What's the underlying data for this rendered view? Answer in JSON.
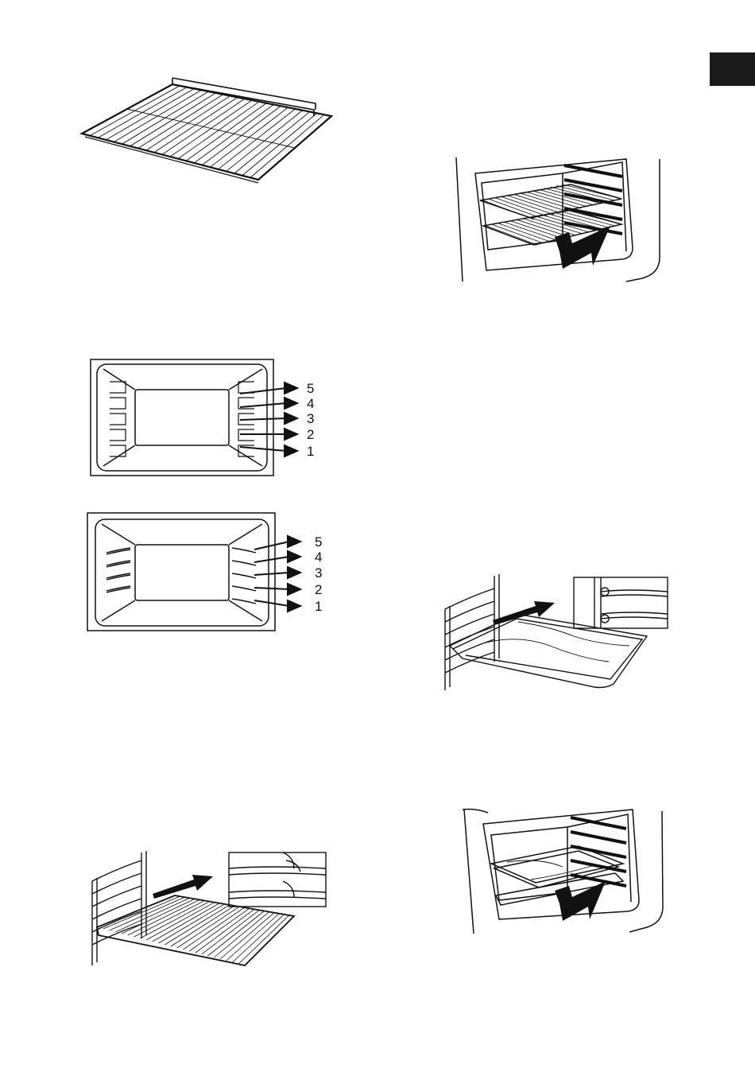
{
  "page": {
    "background": "#ffffff",
    "ink": "#111111",
    "tab_color": "#1a1a1a"
  },
  "figures": {
    "wire_shelf": {
      "icon": "wire-shelf-illustration"
    },
    "oven_insert_shelf": {
      "icon": "oven-shelf-insertion-illustration"
    },
    "shelf_levels_a": {
      "icon": "oven-cavity-front-view",
      "levels": [
        "5",
        "4",
        "3",
        "2",
        "1"
      ]
    },
    "shelf_levels_b": {
      "icon": "oven-cavity-front-view",
      "levels": [
        "5",
        "4",
        "3",
        "2",
        "1"
      ]
    },
    "tray_on_runners": {
      "icon": "baking-tray-side-rails-illustration"
    },
    "shelf_on_runners": {
      "icon": "wire-shelf-side-rails-illustration"
    },
    "oven_insert_tray": {
      "icon": "oven-tray-insertion-illustration"
    }
  }
}
